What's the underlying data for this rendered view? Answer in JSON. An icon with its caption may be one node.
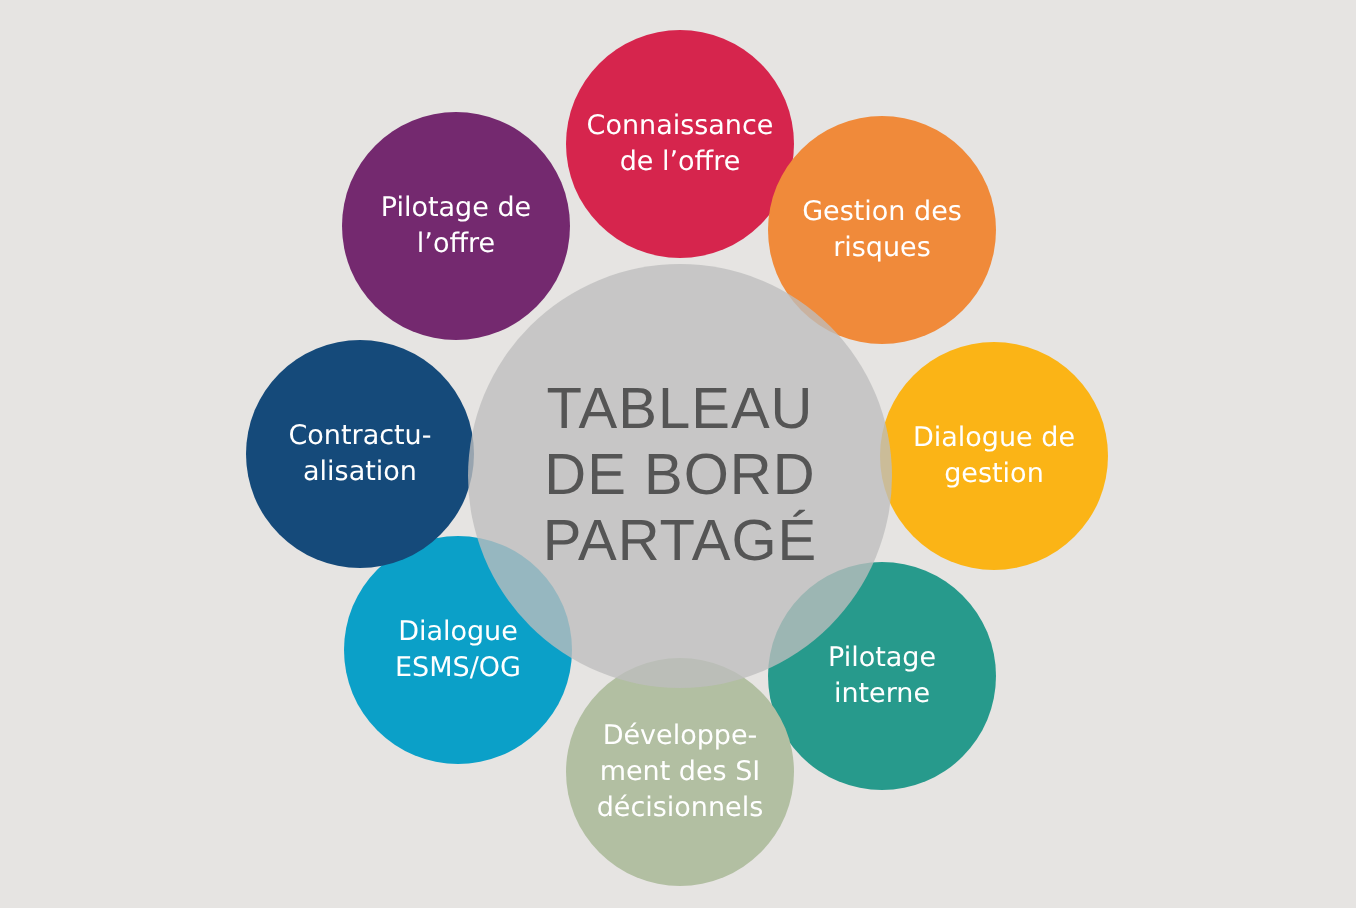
{
  "diagram": {
    "nodes": [
      {
        "text": [
          "TABLEAU DE BORD PARTAGÉ"
        ]
      },
      {
        "text": [
          "Connaissance de l’offre"
        ]
      },
      {
        "text": [
          "Gestion des risques"
        ]
      },
      {
        "text": [
          "Dialogue de gestion"
        ]
      },
      {
        "text": [
          "Pilotage interne"
        ]
      },
      {
        "text": [
          "Développe- ment des SI décisionnels"
        ]
      },
      {
        "text": [
          "Dialogue ESMS/OG"
        ]
      },
      {
        "text": [
          "Contractu- alisation"
        ]
      },
      {
        "text": [
          "Pilotage de l’offre"
        ]
      }
    ],
    "edges": []
  }
}
